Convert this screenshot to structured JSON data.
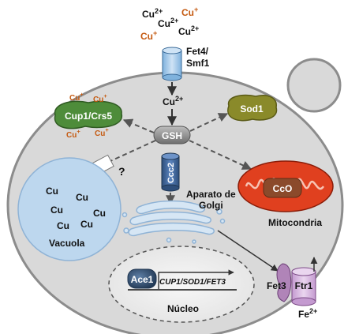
{
  "ions_top": {
    "cu2_a": "Cu2+",
    "cu1_a": "Cu+",
    "cu2_b": "Cu2+",
    "cu1_b": "Cu+",
    "cu2_c": "Cu2+"
  },
  "transporters": {
    "fet4_smf1_line1": "Fet4/",
    "fet4_smf1_line2": "Smf1",
    "ccc2": "Ccc2",
    "fet3": "Fet3",
    "ftr1": "Ftr1"
  },
  "cytosol": {
    "cu2_label": "Cu2+",
    "gsh": "GSH",
    "unknown_mark": "?"
  },
  "proteins": {
    "cup1_crs5": "Cup1/Crs5",
    "cup1_ions": [
      "Cu+",
      "Cu+",
      "Cu+",
      "Cu+"
    ],
    "sod1": "Sod1",
    "cco": "CcO"
  },
  "organelles": {
    "vacuole": "Vacuola",
    "vacuole_cu": [
      "Cu",
      "Cu",
      "Cu",
      "Cu",
      "Cu",
      "Cu"
    ],
    "golgi_line1": "Aparato de",
    "golgi_line2": "Golgi",
    "mitochondria": "Mitocondria",
    "nucleus": "Núcleo"
  },
  "nucleus_content": {
    "ace1": "Ace1",
    "genes": "CUP1/SOD1/FET3"
  },
  "iron": {
    "fe2": "Fe2+"
  },
  "colors": {
    "cell_fill": "#d9d9d9",
    "cell_stroke": "#8c8c8c",
    "cu1_orange": "#c55a11",
    "cup1_green": "#4e8c3a",
    "sod1_olive": "#8a8a2a",
    "mito_red": "#e0401f",
    "vacuole_blue": "#bdd7ee",
    "transporter_blue": "#9dc3e6",
    "fet_purple": "#b084b8"
  }
}
